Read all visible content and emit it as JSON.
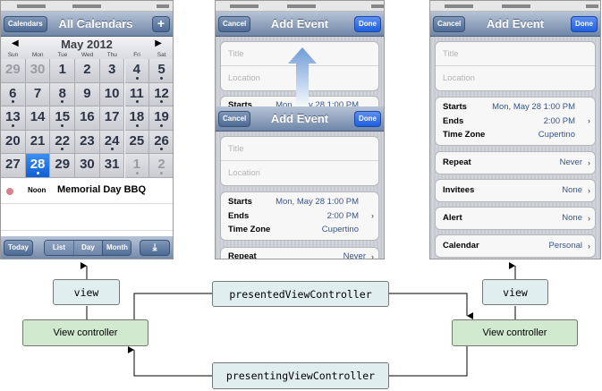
{
  "calendar_screen": {
    "nav": {
      "left_button": "Calendars",
      "title": "All Calendars",
      "add_button": "+"
    },
    "month_title": "May 2012",
    "prev_icon": "triangle-left",
    "next_icon": "triangle-right",
    "weekdays": [
      "Sun",
      "Mon",
      "Tue",
      "Wed",
      "Thu",
      "Fri",
      "Sat"
    ],
    "days": [
      {
        "d": "29",
        "dim": true
      },
      {
        "d": "30",
        "dim": true
      },
      {
        "d": "1"
      },
      {
        "d": "2"
      },
      {
        "d": "3"
      },
      {
        "d": "4",
        "dot": true
      },
      {
        "d": "5",
        "dot": true
      },
      {
        "d": "6",
        "dot": true
      },
      {
        "d": "7"
      },
      {
        "d": "8",
        "dot": true
      },
      {
        "d": "9"
      },
      {
        "d": "10"
      },
      {
        "d": "11",
        "dot": true
      },
      {
        "d": "12",
        "dot": true
      },
      {
        "d": "13",
        "dot": true
      },
      {
        "d": "14"
      },
      {
        "d": "15",
        "dot": true
      },
      {
        "d": "16"
      },
      {
        "d": "17"
      },
      {
        "d": "18",
        "dot": true
      },
      {
        "d": "19",
        "dot": true
      },
      {
        "d": "20"
      },
      {
        "d": "21"
      },
      {
        "d": "22",
        "dot": true
      },
      {
        "d": "23"
      },
      {
        "d": "24",
        "dot": true
      },
      {
        "d": "25"
      },
      {
        "d": "26",
        "dot": true
      },
      {
        "d": "27"
      },
      {
        "d": "28",
        "dot": true,
        "selected": true
      },
      {
        "d": "29"
      },
      {
        "d": "30"
      },
      {
        "d": "31"
      },
      {
        "d": "1",
        "dim": true,
        "dot": true
      },
      {
        "d": "2",
        "dim": true,
        "dot": true
      }
    ],
    "event": {
      "time": "Noon",
      "title": "Memorial Day BBQ",
      "color": "#d9818f"
    },
    "toolbar": {
      "today": "Today",
      "segments": [
        "List",
        "Day",
        "Month"
      ],
      "selected_segment": "Month",
      "inbox_icon": "download-tray-icon"
    }
  },
  "add_event": {
    "cancel": "Cancel",
    "title": "Add Event",
    "done": "Done",
    "title_placeholder": "Title",
    "location_placeholder": "Location",
    "starts_label": "Starts",
    "starts_value": "Mon, May 28  1:00 PM",
    "ends_label": "Ends",
    "ends_value": "2:00 PM",
    "tz_label": "Time Zone",
    "tz_value": "Cupertino",
    "repeat_label": "Repeat",
    "repeat_value": "Never",
    "invitees_label": "Invitees",
    "invitees_value": "None",
    "alert_label": "Alert",
    "alert_value": "None",
    "calendar_label": "Calendar",
    "calendar_value": "Personal"
  },
  "diagram": {
    "view": "view",
    "view_controller": "View controller",
    "presented": "presentedViewController",
    "presenting": "presentingViewController",
    "view_right": "view",
    "view_controller_right": "View controller"
  }
}
